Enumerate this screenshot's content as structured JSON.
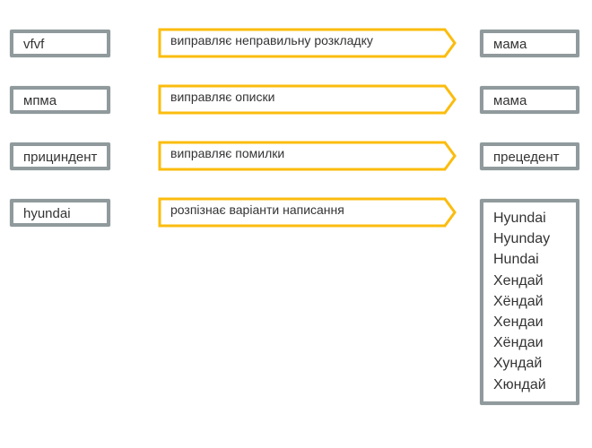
{
  "colors": {
    "box_border": "#909a9c",
    "arrow_border": "#fbbc0e",
    "text": "#333333"
  },
  "rows": [
    {
      "input": "vfvf",
      "action": "виправляє неправильну розкладку",
      "output": "мама"
    },
    {
      "input": "мпма",
      "action": "виправляє описки",
      "output": "мама"
    },
    {
      "input": "прициндент",
      "action": "виправляє помилки",
      "output": "прецедент"
    },
    {
      "input": "hyundai",
      "action": "розпізнає варіанти написання",
      "outputs": [
        "Hyundai",
        "Hyunday",
        "Hundai",
        "Хендай",
        "Хёндай",
        "Хендаи",
        "Хёндаи",
        "Хундай",
        "Хюндай"
      ]
    }
  ]
}
